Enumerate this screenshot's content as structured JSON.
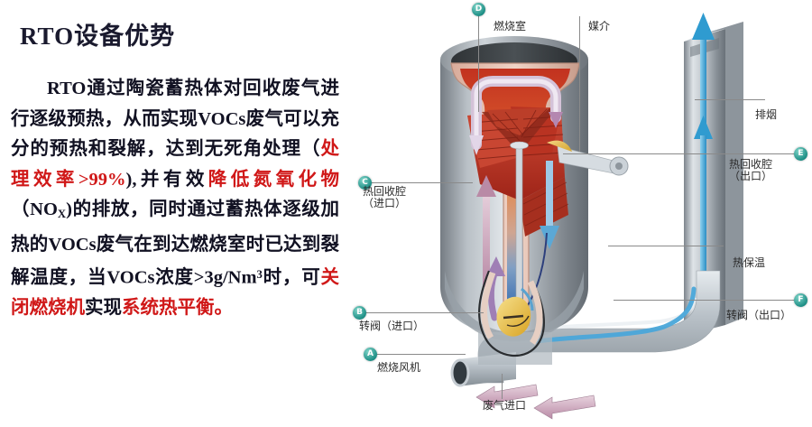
{
  "page": {
    "title": "RTO设备优势",
    "background": "#ffffff",
    "accent_red": "#d01818",
    "title_color": "#1a1a2e",
    "marker_color": "#1e8f86"
  },
  "body": {
    "segments": [
      {
        "text": "RTO通过陶瓷蓄热体对回收废气进行逐级预热，从而实现VOCs废气可以充分的预热和裂解，达到无死角处理（",
        "highlight": false
      },
      {
        "text": "处理效率>99%",
        "highlight": true
      },
      {
        "text": "),并有效",
        "highlight": false
      },
      {
        "text": "降低氮氧化物",
        "highlight": true
      },
      {
        "text": "（NO",
        "highlight": false
      },
      {
        "text": "X",
        "highlight": false,
        "style": "sub"
      },
      {
        "text": ")的排放，同时通过蓄热体逐级加热的VOCs废气在到达燃烧室时已达到裂解温度，当VOCs浓度>3g/Nm",
        "highlight": false
      },
      {
        "text": "3",
        "highlight": false,
        "style": "sup"
      },
      {
        "text": "时，可",
        "highlight": false
      },
      {
        "text": "关闭燃烧机",
        "highlight": true
      },
      {
        "text": "实现",
        "highlight": false
      },
      {
        "text": "系统热平衡。",
        "highlight": true
      }
    ],
    "plain_text": "RTO通过陶瓷蓄热体对回收废气进行逐级预热，从而实现VOCs废气可以充分的预热和裂解，达到无死角处理（处理效率>99%),并有效降低氮氧化物（NOX)的排放，同时通过蓄热体逐级加热的VOCs废气在到达燃烧室时已达到裂解温度，当VOCs浓度>3g/Nm3时，可关闭燃烧机实现系统热平衡。"
  },
  "diagram": {
    "name": "rto-cutaway-illustration",
    "callouts": [
      {
        "id": "top-chamber",
        "marker": "D",
        "label": "燃烧室",
        "label2": "",
        "side": "top"
      },
      {
        "id": "media",
        "marker": "",
        "label": "媒介",
        "label2": "",
        "side": "top"
      },
      {
        "id": "heat-recovery-in",
        "marker": "C",
        "label": "热回收腔",
        "label2": "（进口）",
        "side": "left"
      },
      {
        "id": "rotary-valve-in",
        "marker": "B",
        "label": "转阀（进口）",
        "label2": "",
        "side": "left"
      },
      {
        "id": "combustion-fan",
        "marker": "A",
        "label": "燃烧风机",
        "label2": "",
        "side": "left"
      },
      {
        "id": "flue-gas",
        "marker": "",
        "label": "排烟",
        "label2": "",
        "side": "right"
      },
      {
        "id": "heat-recovery-out",
        "marker": "E",
        "label": "热回收腔",
        "label2": "（出口）",
        "side": "right"
      },
      {
        "id": "thermal-insulation",
        "marker": "",
        "label": "热保温",
        "label2": "",
        "side": "right"
      },
      {
        "id": "rotary-valve-out",
        "marker": "F",
        "label": "转阀（出口）",
        "label2": "",
        "side": "right"
      },
      {
        "id": "waste-gas-inlet",
        "marker": "",
        "label": "废气进口",
        "label2": "",
        "side": "bottom"
      }
    ],
    "colors": {
      "vessel_shell": "#9fa6ac",
      "ceramic_media": "#c0392b",
      "hot_zone": "#e2622f",
      "cold_zone": "#2f6fb5",
      "flow_arrow_blue": "#3aa6dd",
      "flow_arrow_pink": "#c49ab5",
      "burner_flame": "#e8c255"
    }
  }
}
